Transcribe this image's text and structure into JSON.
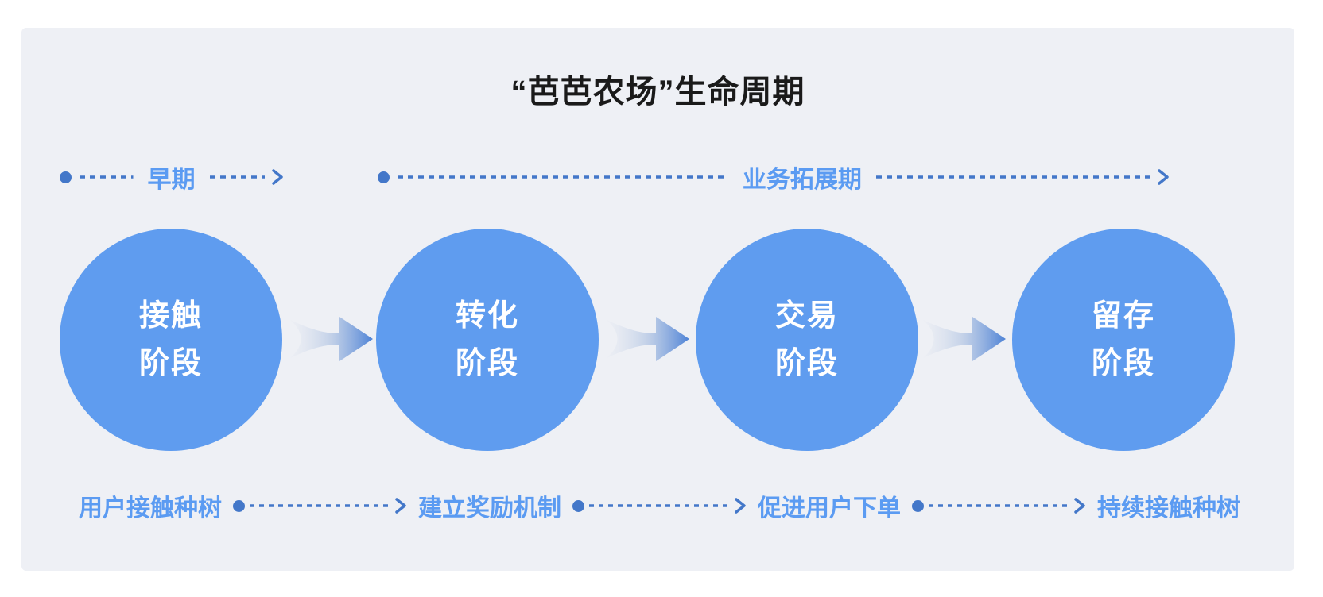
{
  "title": "“芭芭农场”生命周期",
  "top_timeline": {
    "early_label": "早期",
    "expansion_label": "业务拓展期"
  },
  "stages": [
    {
      "name_line1": "接触",
      "name_line2": "阶段",
      "action": "用户接触种树"
    },
    {
      "name_line1": "转化",
      "name_line2": "阶段",
      "action": "建立奖励机制"
    },
    {
      "name_line1": "交易",
      "name_line2": "阶段",
      "action": "促进用户下单"
    },
    {
      "name_line1": "留存",
      "name_line2": "阶段",
      "action": "持续接触种树"
    }
  ],
  "colors": {
    "card_background": "#EEF0F5",
    "circle_fill": "#5F9CEF",
    "circle_text": "#FFFFFF",
    "label_blue": "#5B9BF2",
    "dash_blue": "#4377C9",
    "title_text": "#1A1A1A",
    "flow_arrow_tip": "#4D82D6"
  },
  "icons": {
    "start_dot": "filled-circle",
    "dashed_line": "dashed-stroke",
    "arrowhead": "chevron-right",
    "flow_arrow": "gradient-swoosh-right"
  }
}
